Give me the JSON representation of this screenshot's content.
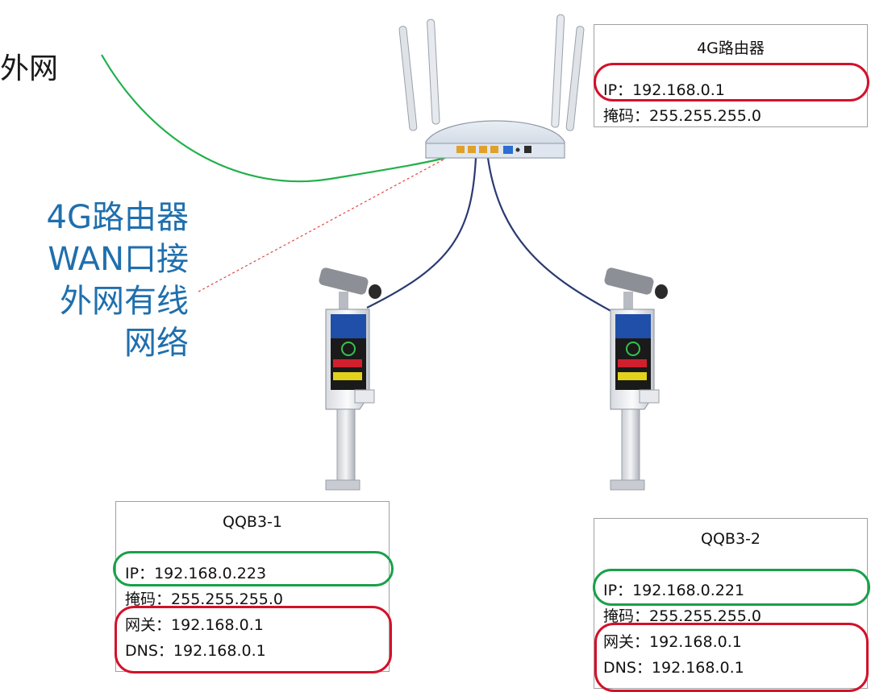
{
  "outer_network": "外网",
  "wan_note": [
    "4G路由器",
    "WAN口接",
    "外网有线",
    "网络"
  ],
  "router": {
    "title": "4G路由器",
    "ip_label": "IP：",
    "ip": "192.168.0.1",
    "mask_label": "掩码：",
    "mask": "255.255.255.0"
  },
  "devices": [
    {
      "title": "QQB3-1",
      "ip_label": "IP：",
      "ip": "192.168.0.223",
      "mask_label": "掩码：",
      "mask": "255.255.255.0",
      "gateway_label": "网关：",
      "gateway": "192.168.0.1",
      "dns_label": "DNS：",
      "dns": "192.168.0.1"
    },
    {
      "title": "QQB3-2",
      "ip_label": "IP：",
      "ip": "192.168.0.221",
      "mask_label": "掩码：",
      "mask": "255.255.255.0",
      "gateway_label": "网关：",
      "gateway": "192.168.0.1",
      "dns_label": "DNS：",
      "dns": "192.168.0.1"
    }
  ],
  "colors": {
    "wan_cable": "#22b04b",
    "lan_cable": "#2b3a72",
    "note_text": "#1f6fad",
    "highlight_red": "#d3112a",
    "highlight_green": "#19a04a",
    "pointer_line": "#e04848"
  }
}
